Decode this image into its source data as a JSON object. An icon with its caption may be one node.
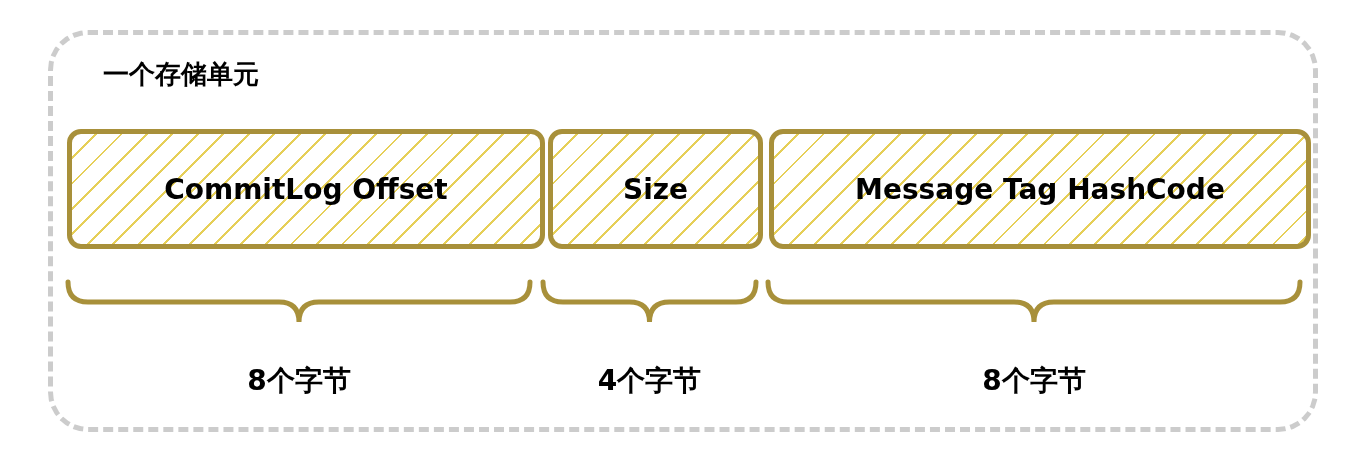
{
  "diagram": {
    "nodes": [
      {
        "text": [
          "一个存储单元"
        ]
      },
      {
        "text": [
          "CommitLog Offset"
        ],
        "in": 0
      },
      {
        "text": [
          "Size"
        ],
        "in": 0
      },
      {
        "text": [
          "Message Tag HashCode"
        ],
        "in": 0
      }
    ],
    "labels": [
      "8个字节",
      "4个字节",
      "8个字节"
    ]
  }
}
